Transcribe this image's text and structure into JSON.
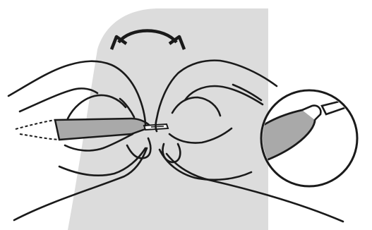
{
  "illustration": {
    "subject": "two-hands-twisting-cap-off-applicator",
    "rotation_indicator": "curved-double-arrow",
    "detail_inset": "magnified-separated-cap-and-tip",
    "colors": {
      "background_shape": "#dcdcdc",
      "applicator_body": "#a9a9a9",
      "outline": "#1a1a1a",
      "page": "#ffffff"
    }
  }
}
